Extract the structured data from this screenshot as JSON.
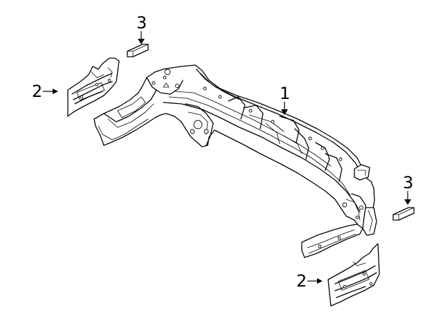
{
  "callouts": {
    "rail_panel": "1",
    "extension_left": "2",
    "extension_right": "2",
    "pad_top": "3",
    "pad_right": "3"
  }
}
